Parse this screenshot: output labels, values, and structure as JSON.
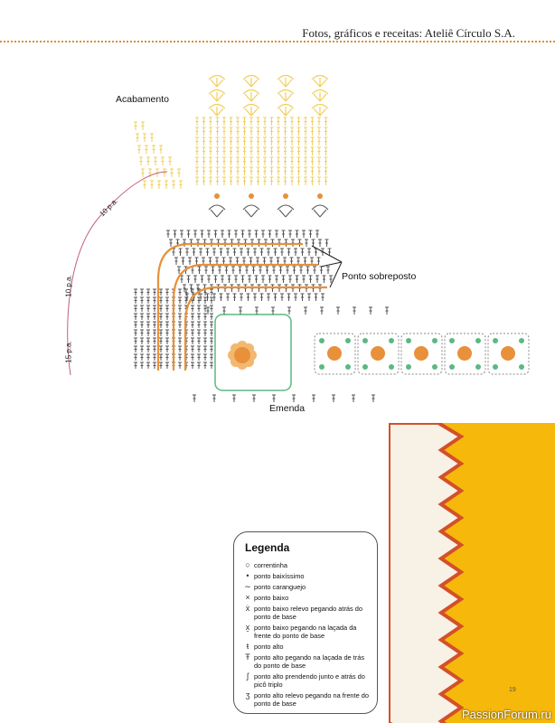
{
  "header": {
    "credit": "Fotos, gráficos e receitas: Ateliê Círculo S.A."
  },
  "diagram": {
    "labels": {
      "finish": "Acabamento",
      "overlay": "Ponto sobreposto",
      "join": "Emenda",
      "arc1": "10 p.a.",
      "arc2": "10 p.a.",
      "arc3": "15 p.a."
    },
    "colors": {
      "yellow": "#f2cf5a",
      "grey": "#555555",
      "orange": "#e8913a",
      "green": "#5cb882",
      "pink": "#c0607a"
    }
  },
  "legend": {
    "title": "Legenda",
    "items": [
      {
        "icon": "○",
        "label": "correntinha"
      },
      {
        "icon": "•",
        "label": "ponto baixíssimo"
      },
      {
        "icon": "∼",
        "label": "ponto caranguejo"
      },
      {
        "icon": "×",
        "label": "ponto baixo"
      },
      {
        "icon": "ẋ",
        "label": "ponto baixo relevo pegando atrás do ponto de base"
      },
      {
        "icon": "x̱",
        "label": "ponto baixo pegando na laçada da frente do ponto de base"
      },
      {
        "icon": "ŧ",
        "label": "ponto alto"
      },
      {
        "icon": "Ŧ",
        "label": "ponto alto pegando na laçada de trás do ponto de base"
      },
      {
        "icon": "ʃ",
        "label": "ponto alto prendendo junto e atrás do picô triplo"
      },
      {
        "icon": "ʒ",
        "label": "ponto alto relevo pegando na frente do ponto de base"
      }
    ]
  },
  "photo": {
    "page_number": "19",
    "watermark": "PassionForum.ru"
  }
}
